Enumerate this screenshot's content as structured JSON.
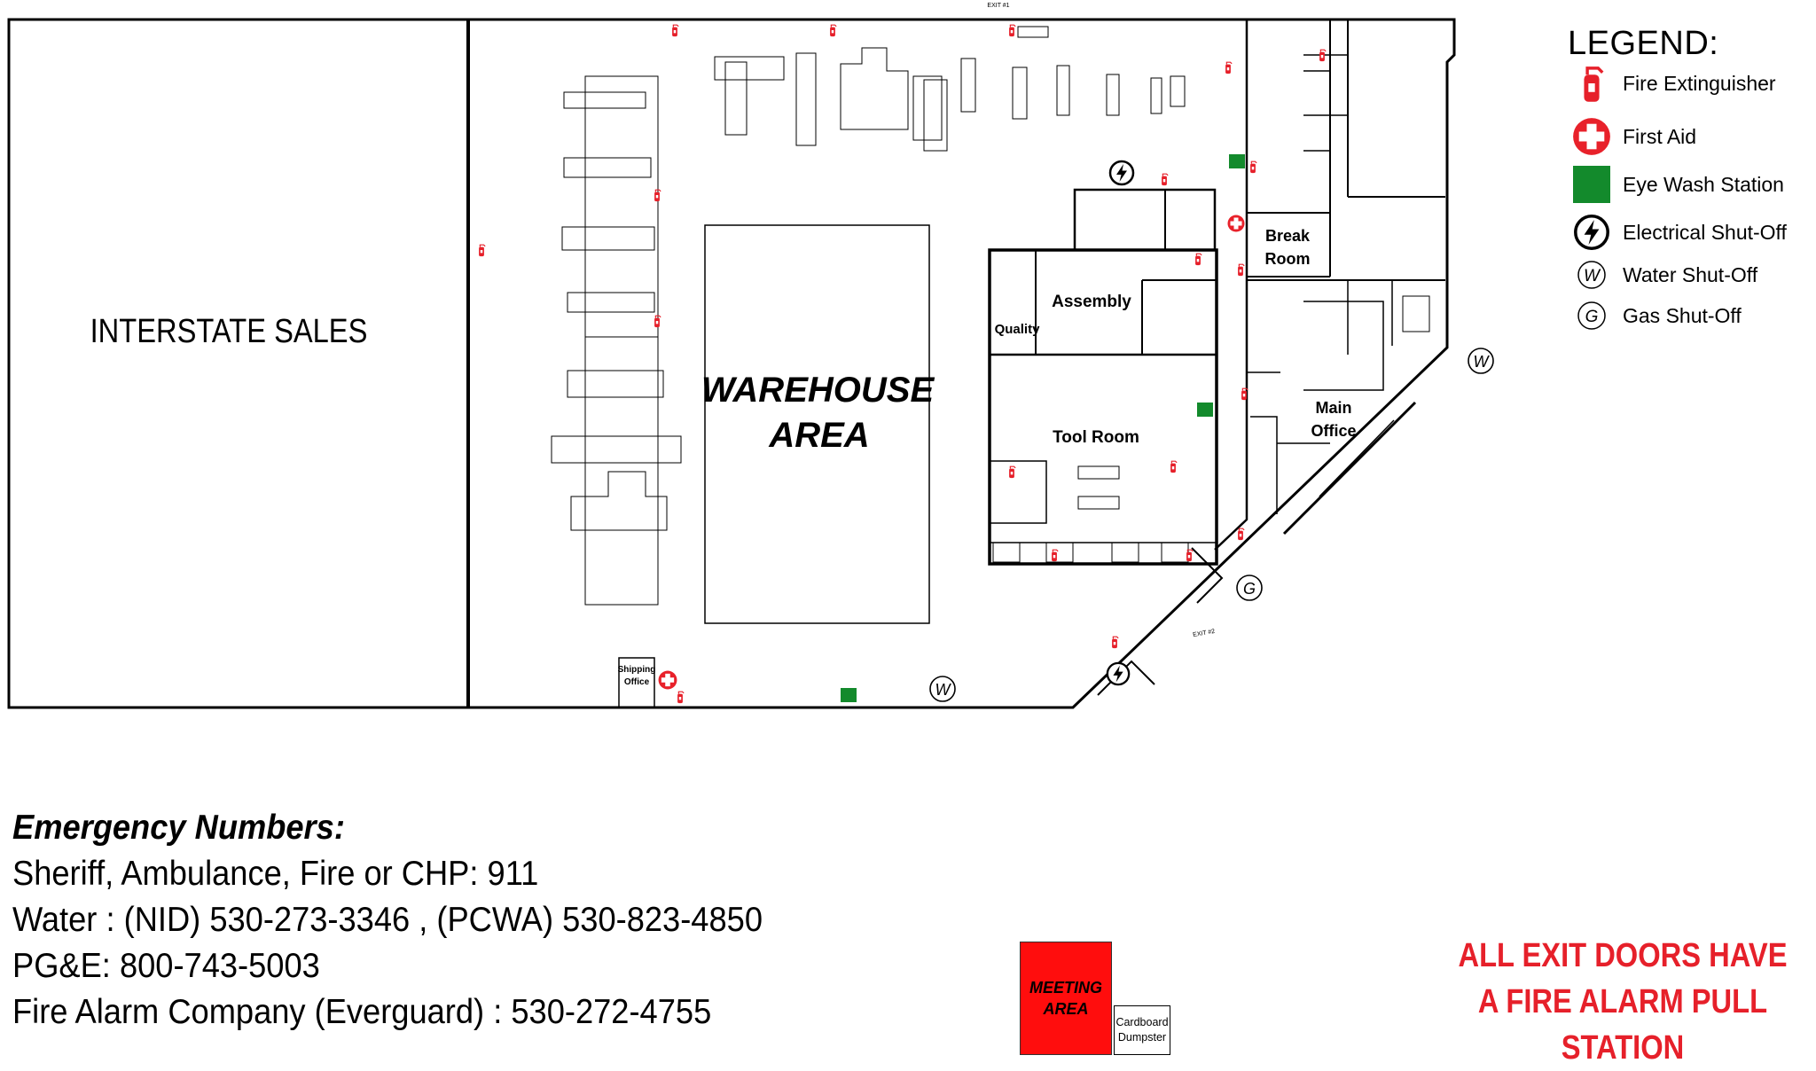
{
  "plan": {
    "areas": {
      "interstate_sales": "INTERSTATE SALES",
      "warehouse_line1": "WAREHOUSE",
      "warehouse_line2": "AREA",
      "assembly": "Assembly",
      "quality": "Quality",
      "tool_room": "Tool Room",
      "break_room_line1": "Break",
      "break_room_line2": "Room",
      "main_office_line1": "Main",
      "main_office_line2": "Office",
      "shipping_office_line1": "Shipping",
      "shipping_office_line2": "Office"
    },
    "exits": {
      "exit1": "EXIT #1",
      "exit2": "EXIT #2"
    },
    "symbol_letters": {
      "water": "W",
      "gas": "G"
    }
  },
  "legend": {
    "title": "LEGEND:",
    "items": [
      {
        "label": "Fire Extinguisher",
        "icon": "fire-extinguisher-icon"
      },
      {
        "label": "First Aid",
        "icon": "first-aid-icon"
      },
      {
        "label": "Eye Wash Station",
        "icon": "eye-wash-station-icon"
      },
      {
        "label": "Electrical Shut-Off",
        "icon": "electrical-shutoff-icon"
      },
      {
        "label": "Water Shut-Off",
        "icon": "water-shutoff-icon"
      },
      {
        "label": "Gas Shut-Off",
        "icon": "gas-shutoff-icon"
      }
    ]
  },
  "emergency": {
    "heading": "Emergency Numbers:",
    "lines": [
      "Sheriff, Ambulance, Fire or CHP: 911",
      "Water : (NID) 530-273-3346 , (PCWA) 530-823-4850",
      "PG&E: 800-743-5003",
      "Fire Alarm Company (Everguard) : 530-272-4755"
    ]
  },
  "meeting_area": {
    "line1": "MEETING",
    "line2": "AREA"
  },
  "dumpster": {
    "line1": "Cardboard",
    "line2": "Dumpster"
  },
  "notice": {
    "line1": "ALL EXIT DOORS HAVE",
    "line2": "A FIRE ALARM PULL STATION"
  },
  "colors": {
    "alert_red": "#e6202a",
    "first_aid_red": "#e8212a",
    "eye_wash_green": "#138a2c",
    "meeting_red": "#ff0d0d"
  }
}
